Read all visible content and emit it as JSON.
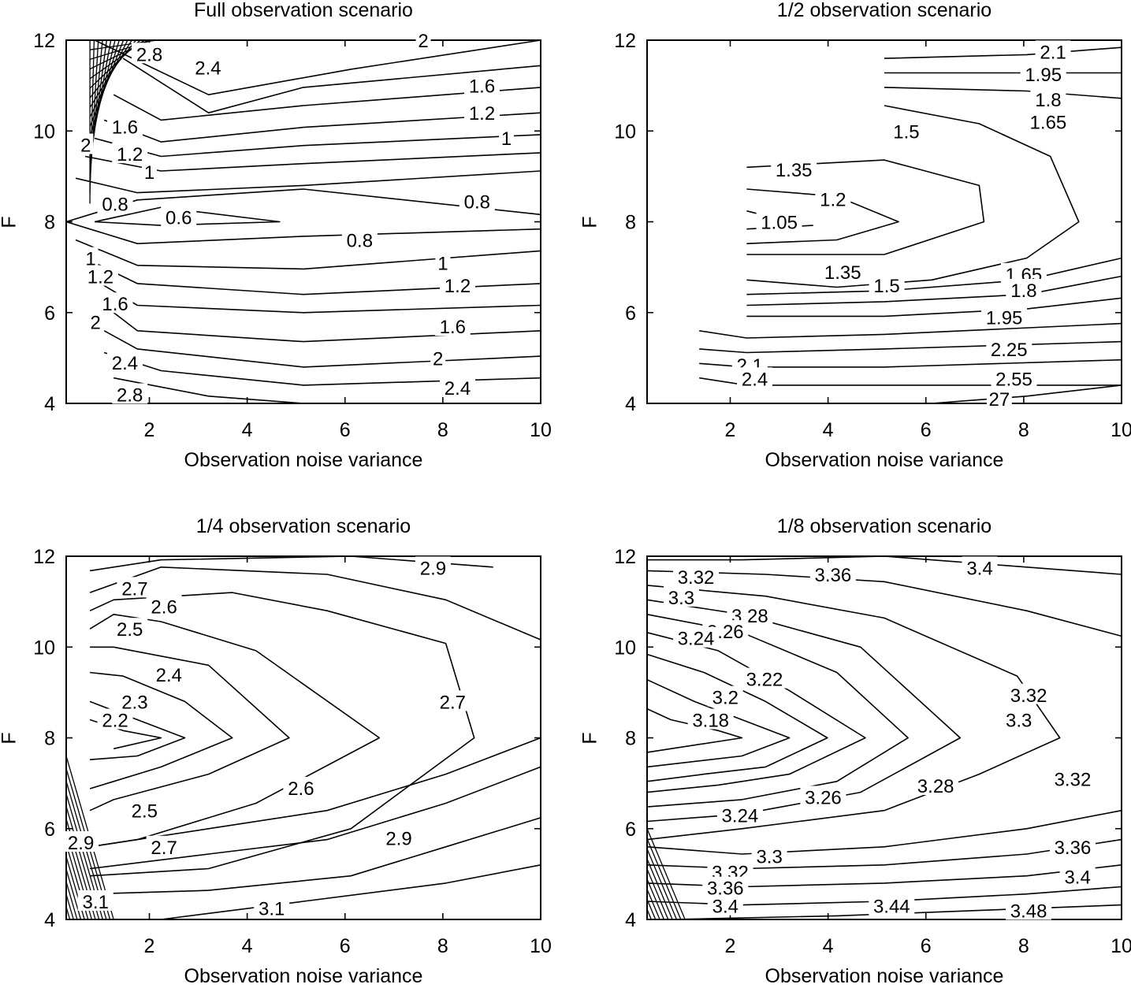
{
  "chart_data": [
    {
      "type": "contour",
      "title": "Full observation scenario",
      "xlabel": "Observation noise variance",
      "ylabel": "F",
      "xlim": [
        0.3,
        10
      ],
      "ylim": [
        4,
        12
      ],
      "xticks": [
        "2",
        "4",
        "6",
        "8",
        "10"
      ],
      "yticks": [
        "4",
        "6",
        "8",
        "10",
        "12"
      ],
      "contour_labels": [
        {
          "text": "2.8",
          "x": 2.0,
          "y": 11.7
        },
        {
          "text": "2.4",
          "x": 3.2,
          "y": 11.4
        },
        {
          "text": "2",
          "x": 7.6,
          "y": 12.0
        },
        {
          "text": "1.6",
          "x": 8.8,
          "y": 11.0
        },
        {
          "text": "1.2",
          "x": 8.8,
          "y": 10.4
        },
        {
          "text": "1",
          "x": 9.3,
          "y": 9.85
        },
        {
          "text": "2",
          "x": 0.7,
          "y": 9.7
        },
        {
          "text": "1.6",
          "x": 1.5,
          "y": 10.1
        },
        {
          "text": "1.2",
          "x": 1.6,
          "y": 9.5
        },
        {
          "text": "1",
          "x": 2.0,
          "y": 9.1
        },
        {
          "text": "0.8",
          "x": 1.3,
          "y": 8.4
        },
        {
          "text": "0.6",
          "x": 2.6,
          "y": 8.1
        },
        {
          "text": "0.8",
          "x": 8.7,
          "y": 8.45
        },
        {
          "text": "0.8",
          "x": 6.3,
          "y": 7.6
        },
        {
          "text": "1",
          "x": 8.0,
          "y": 7.1
        },
        {
          "text": "1.2",
          "x": 8.3,
          "y": 6.6
        },
        {
          "text": "1",
          "x": 0.8,
          "y": 7.2
        },
        {
          "text": "1.2",
          "x": 1.0,
          "y": 6.8
        },
        {
          "text": "1.6",
          "x": 1.3,
          "y": 6.2
        },
        {
          "text": "2",
          "x": 0.9,
          "y": 5.8
        },
        {
          "text": "1.6",
          "x": 8.2,
          "y": 5.7
        },
        {
          "text": "2",
          "x": 7.9,
          "y": 5.0
        },
        {
          "text": "2.4",
          "x": 1.5,
          "y": 4.9
        },
        {
          "text": "2.8",
          "x": 1.6,
          "y": 4.2
        },
        {
          "text": "2.4",
          "x": 8.3,
          "y": 4.35
        }
      ]
    },
    {
      "type": "contour",
      "title": "1/2 observation scenario",
      "xlabel": "Observation noise variance",
      "ylabel": "F",
      "xlim": [
        0.3,
        10
      ],
      "ylim": [
        4,
        12
      ],
      "xticks": [
        "2",
        "4",
        "6",
        "8",
        "10"
      ],
      "yticks": [
        "4",
        "6",
        "8",
        "10",
        "12"
      ],
      "contour_labels": [
        {
          "text": "2.1",
          "x": 8.6,
          "y": 11.75
        },
        {
          "text": "1.95",
          "x": 8.4,
          "y": 11.25
        },
        {
          "text": "1.8",
          "x": 8.5,
          "y": 10.7
        },
        {
          "text": "1.65",
          "x": 8.5,
          "y": 10.2
        },
        {
          "text": "1.5",
          "x": 5.6,
          "y": 10.0
        },
        {
          "text": "1.35",
          "x": 3.3,
          "y": 9.15
        },
        {
          "text": "1.2",
          "x": 4.1,
          "y": 8.5
        },
        {
          "text": "1.05",
          "x": 3.0,
          "y": 8.0
        },
        {
          "text": "1.35",
          "x": 4.3,
          "y": 6.9
        },
        {
          "text": "1.5",
          "x": 5.2,
          "y": 6.6
        },
        {
          "text": "1.65",
          "x": 8.0,
          "y": 6.85
        },
        {
          "text": "1.8",
          "x": 8.0,
          "y": 6.5
        },
        {
          "text": "1.95",
          "x": 7.6,
          "y": 5.9
        },
        {
          "text": "2.1",
          "x": 2.4,
          "y": 4.85
        },
        {
          "text": "2.25",
          "x": 7.7,
          "y": 5.2
        },
        {
          "text": "2.4",
          "x": 2.5,
          "y": 4.55
        },
        {
          "text": "2.55",
          "x": 7.8,
          "y": 4.55
        },
        {
          "text": "27",
          "x": 7.5,
          "y": 4.1
        }
      ]
    },
    {
      "type": "contour",
      "title": "1/4 observation scenario",
      "xlabel": "Observation noise variance",
      "ylabel": "F",
      "xlim": [
        0.3,
        10
      ],
      "ylim": [
        4,
        12
      ],
      "xticks": [
        "2",
        "4",
        "6",
        "8",
        "10"
      ],
      "yticks": [
        "4",
        "6",
        "8",
        "10",
        "12"
      ],
      "contour_labels": [
        {
          "text": "2.9",
          "x": 7.8,
          "y": 11.75
        },
        {
          "text": "2.7",
          "x": 1.7,
          "y": 11.3
        },
        {
          "text": "2.6",
          "x": 2.3,
          "y": 10.9
        },
        {
          "text": "2.5",
          "x": 1.6,
          "y": 10.4
        },
        {
          "text": "2.4",
          "x": 2.4,
          "y": 9.4
        },
        {
          "text": "2.3",
          "x": 1.7,
          "y": 8.8
        },
        {
          "text": "2.2",
          "x": 1.3,
          "y": 8.4
        },
        {
          "text": "2.7",
          "x": 8.2,
          "y": 8.8
        },
        {
          "text": "2.6",
          "x": 5.1,
          "y": 6.9
        },
        {
          "text": "2.5",
          "x": 1.9,
          "y": 6.4
        },
        {
          "text": "2.7",
          "x": 2.3,
          "y": 5.6
        },
        {
          "text": "2.9",
          "x": 7.1,
          "y": 5.8
        },
        {
          "text": "2.9",
          "x": 0.6,
          "y": 5.7
        },
        {
          "text": "3.1",
          "x": 0.9,
          "y": 4.4
        },
        {
          "text": "3.1",
          "x": 4.5,
          "y": 4.25
        }
      ]
    },
    {
      "type": "contour",
      "title": "1/8 observation scenario",
      "xlabel": "Observation noise variance",
      "ylabel": "F",
      "xlim": [
        0.3,
        10
      ],
      "ylim": [
        4,
        12
      ],
      "xticks": [
        "2",
        "4",
        "6",
        "8",
        "10"
      ],
      "yticks": [
        "4",
        "6",
        "8",
        "10",
        "12"
      ],
      "contour_labels": [
        {
          "text": "3.32",
          "x": 1.3,
          "y": 11.55
        },
        {
          "text": "3.36",
          "x": 4.1,
          "y": 11.6
        },
        {
          "text": "3.4",
          "x": 7.1,
          "y": 11.75
        },
        {
          "text": "3.3",
          "x": 1.0,
          "y": 11.1
        },
        {
          "text": "3.28",
          "x": 2.4,
          "y": 10.7
        },
        {
          "text": "3.26",
          "x": 1.9,
          "y": 10.35
        },
        {
          "text": "3.24",
          "x": 1.3,
          "y": 10.2
        },
        {
          "text": "3.22",
          "x": 2.7,
          "y": 9.3
        },
        {
          "text": "3.2",
          "x": 1.9,
          "y": 8.9
        },
        {
          "text": "3.18",
          "x": 1.6,
          "y": 8.4
        },
        {
          "text": "3.32",
          "x": 8.1,
          "y": 8.95
        },
        {
          "text": "3.3",
          "x": 7.9,
          "y": 8.4
        },
        {
          "text": "3.24",
          "x": 2.2,
          "y": 6.3
        },
        {
          "text": "3.26",
          "x": 3.9,
          "y": 6.7
        },
        {
          "text": "3.28",
          "x": 6.2,
          "y": 6.95
        },
        {
          "text": "3.32",
          "x": 9.0,
          "y": 7.1
        },
        {
          "text": "3.36",
          "x": 9.0,
          "y": 5.6
        },
        {
          "text": "3.4",
          "x": 9.1,
          "y": 4.95
        },
        {
          "text": "3.3",
          "x": 2.8,
          "y": 5.4
        },
        {
          "text": "3.32",
          "x": 2.0,
          "y": 5.05
        },
        {
          "text": "3.36",
          "x": 1.9,
          "y": 4.7
        },
        {
          "text": "3.4",
          "x": 1.9,
          "y": 4.3
        },
        {
          "text": "3.44",
          "x": 5.3,
          "y": 4.3
        },
        {
          "text": "3.48",
          "x": 8.1,
          "y": 4.2
        }
      ]
    }
  ]
}
